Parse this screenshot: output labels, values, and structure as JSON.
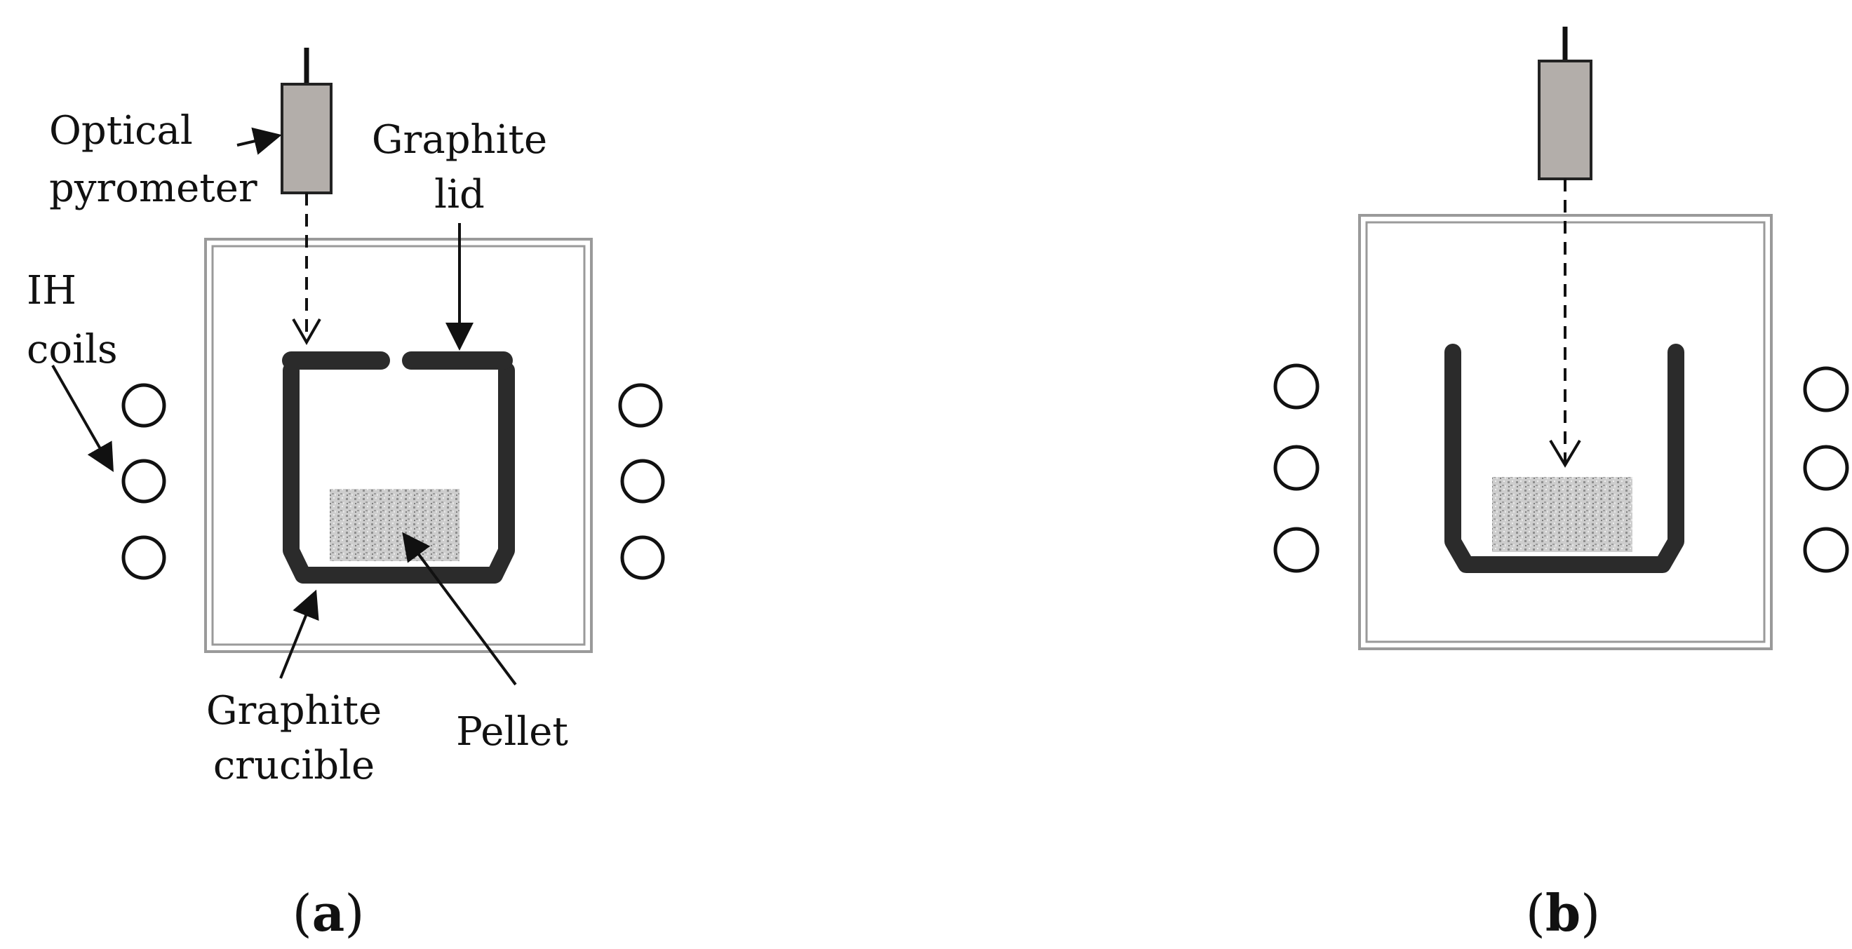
{
  "panels": [
    {
      "id": "a",
      "caption": {
        "open": "(",
        "letter": "a",
        "close": ")"
      },
      "labels": {
        "pyrometer": [
          "Optical",
          "pyrometer"
        ],
        "lid": [
          "Graphite",
          "lid"
        ],
        "coils": [
          "IH",
          "coils"
        ],
        "crucible": [
          "Graphite",
          "crucible"
        ],
        "pellet": "Pellet"
      }
    },
    {
      "id": "b",
      "caption": {
        "open": "(",
        "letter": "b",
        "close": ")"
      }
    }
  ],
  "colors": {
    "crucible": "#2b2b2b",
    "pyrometer": "#b3aeaa",
    "chamber": "#9a9a9a",
    "pellet": "#c8c8c8"
  }
}
